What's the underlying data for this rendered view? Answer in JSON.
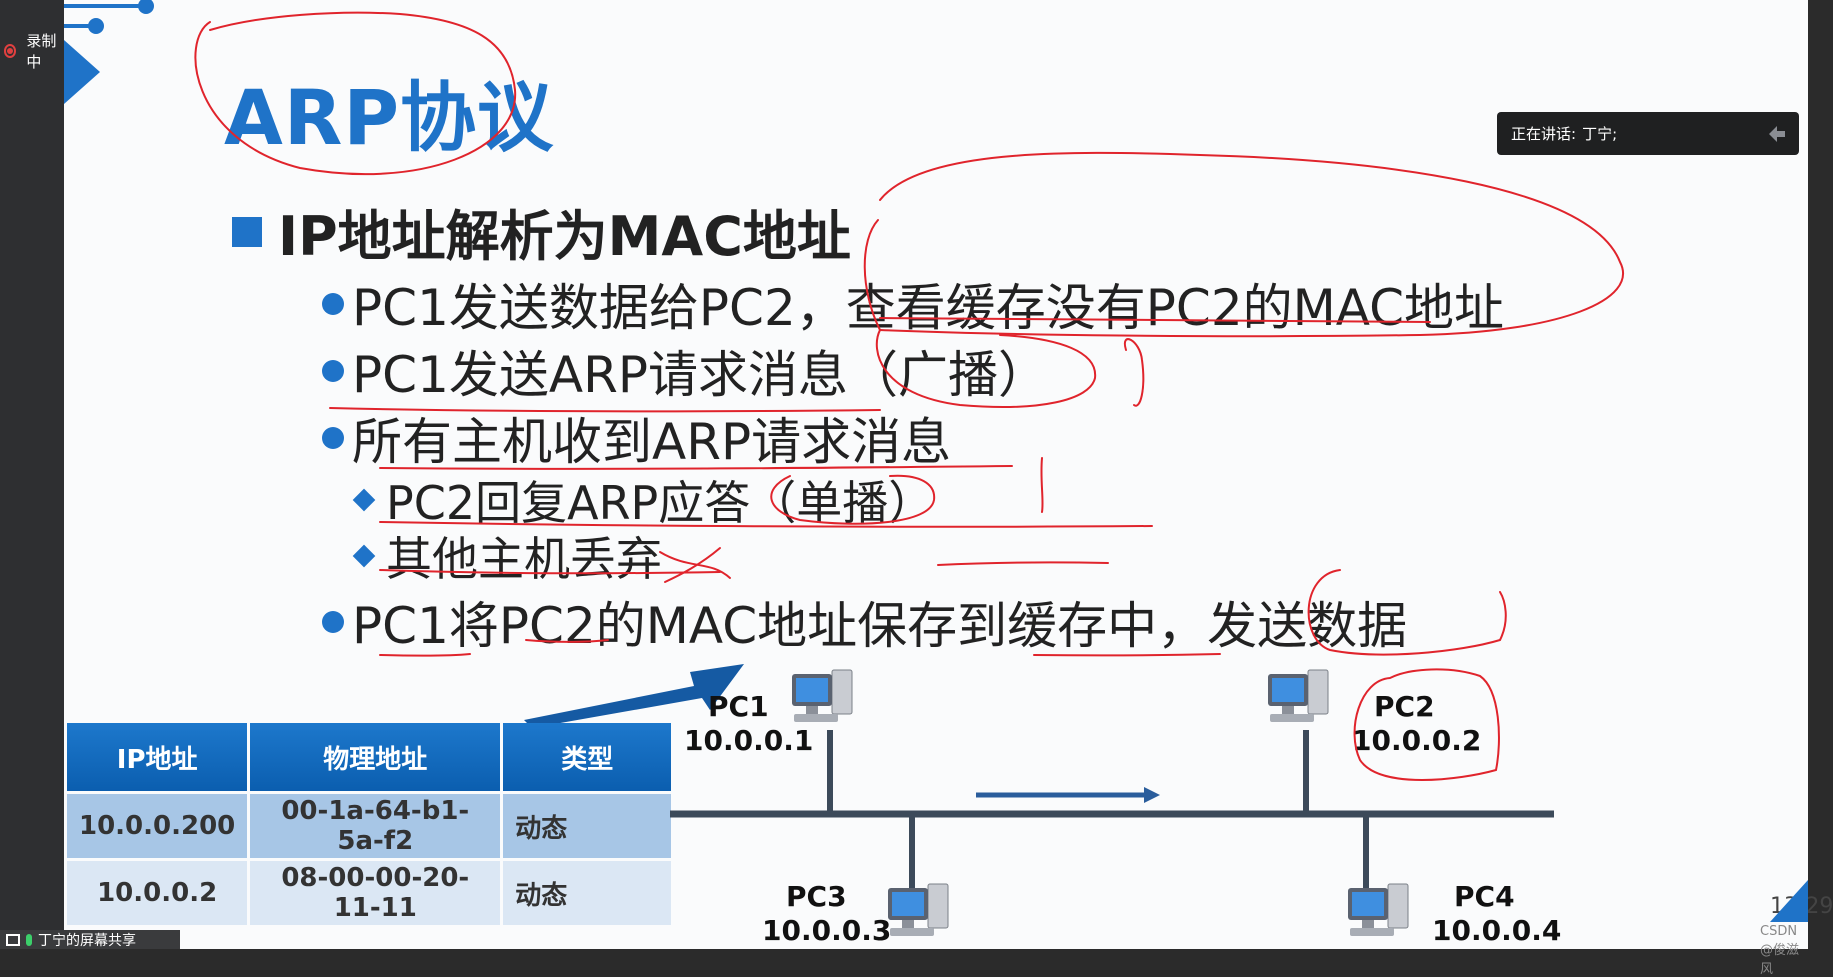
{
  "recording": {
    "label": "录制中"
  },
  "speaker": {
    "label": "正在讲话:",
    "name": "丁宁;"
  },
  "slide": {
    "title": "ARP协议",
    "heading": "IP地址解析为MAC地址",
    "bullets": [
      "PC1发送数据给PC2，查看缓存没有PC2的MAC地址",
      "PC1发送ARP请求消息（广播）",
      "所有主机收到ARP请求消息"
    ],
    "sub_bullets": [
      "PC2回复ARP应答（单播）",
      "其他主机丢弃"
    ],
    "last_bullet": "PC1将PC2的MAC地址保存到缓存中，发送数据",
    "table": {
      "headers": [
        "IP地址",
        "物理地址",
        "类型"
      ],
      "rows": [
        [
          "10.0.0.200",
          "00-1a-64-b1-5a-f2",
          "动态"
        ],
        [
          "10.0.0.2",
          "08-00-00-20-11-11",
          "动态"
        ]
      ]
    },
    "hosts": [
      {
        "name": "PC1",
        "ip": "10.0.0.1"
      },
      {
        "name": "PC2",
        "ip": "10.0.0.2"
      },
      {
        "name": "PC3",
        "ip": "10.0.0.3"
      },
      {
        "name": "PC4",
        "ip": "10.0.0.4"
      }
    ],
    "page": "13/29"
  },
  "watermark": "CSDN @俊滋风",
  "share": {
    "label": "丁宁的屏幕共享"
  },
  "colors": {
    "accent": "#1f73c8",
    "ink": "#e0242c"
  }
}
